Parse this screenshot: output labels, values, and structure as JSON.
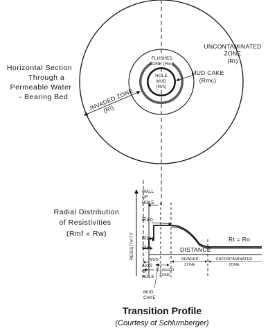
{
  "section": {
    "side_label": [
      "Horizontal Section",
      "Through a",
      "Permeable Water",
      "- Bearing Bed"
    ],
    "uncontaminated_zone": [
      "UNCONTAMINATED",
      "ZONE",
      "(Rt)"
    ],
    "flushed_zone": [
      "FLUSHED",
      "ZONE (Rxo)"
    ],
    "hole": "HOLE",
    "mud": "MUD",
    "mud_res": "(Rm)",
    "mud_cake": [
      "MUD CAKE",
      "(Rmc)"
    ],
    "invaded_zone": [
      "INVADED ZONE",
      "(Ri)"
    ]
  },
  "profile": {
    "side_label": [
      "Radial Distribution",
      "of Resistivities",
      "(Rmf » Rw)"
    ],
    "y_axis_label": "RESISTIVITY",
    "wall_of_hole": [
      "WALL",
      "OF",
      "HOLE"
    ],
    "rxo": "Rxo",
    "rmc": "Rmc",
    "rm": "Rm",
    "axis_of_hole": [
      "AXIS",
      "OF",
      "HOLE"
    ],
    "distance": "DISTANCE",
    "mud": "MUD",
    "mud_cake": [
      "MUD",
      "CAKE"
    ],
    "flushed_zone": [
      "FLUSHED",
      "ZONE"
    ],
    "invaded_zone": [
      "INVADED",
      "ZONE"
    ],
    "uncontaminated_zone": [
      "UNCONTAMINATED",
      "ZONE"
    ],
    "rt_ro": "Rt = Ro"
  },
  "caption": {
    "title": "Transition Profile",
    "credit": "(Courtesy of Schlumberger)"
  }
}
